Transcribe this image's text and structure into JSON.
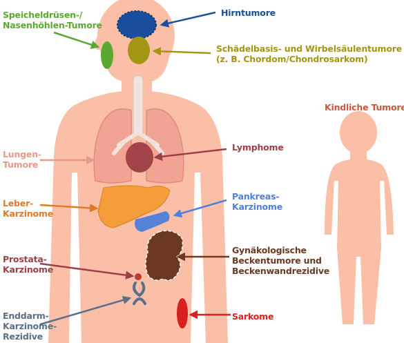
{
  "labels": {
    "hirntumore": "Hirntumore",
    "speichel_1": "Speicheldrüsen-/",
    "speichel_2": "Nasenhöhlen-Tumore",
    "schaedel_1": "Schädelbasis- und Wirbelsäulentumore",
    "schaedel_2": "(z. B. Chordom/Chondrosarkom)",
    "kindliche": "Kindliche Tumoren",
    "lungen_1": "Lungen-",
    "lungen_2": "Tumore",
    "lymphome": "Lymphome",
    "leber_1": "Leber-",
    "leber_2": "Karzinome",
    "pankreas_1": "Pankreas-",
    "pankreas_2": "Karzinome",
    "prostata_1": "Prostata-",
    "prostata_2": "Karzinome",
    "gyn_1": "Gynäkologische",
    "gyn_2": "Beckentumore und",
    "gyn_3": "Beckenwandrezidive",
    "enddarm_1": "Enddarm-",
    "enddarm_2": "Karzinome-",
    "enddarm_3": "Rezidive",
    "sarkome": "Sarkome"
  },
  "colors": {
    "skin": "#fbbfa8",
    "brain": "#1a4f9e",
    "salivary": "#5aa832",
    "skull_base": "#a29613",
    "lung": "#e28d7f",
    "lymph": "#a3434a",
    "liver": "#f69d3b",
    "pancreas": "#5582d6",
    "prostate": "#a3434a",
    "pelvic": "#6a3920",
    "rectum": "#5a7088",
    "sarcoma": "#d82020",
    "child_label": "#c9573e"
  }
}
